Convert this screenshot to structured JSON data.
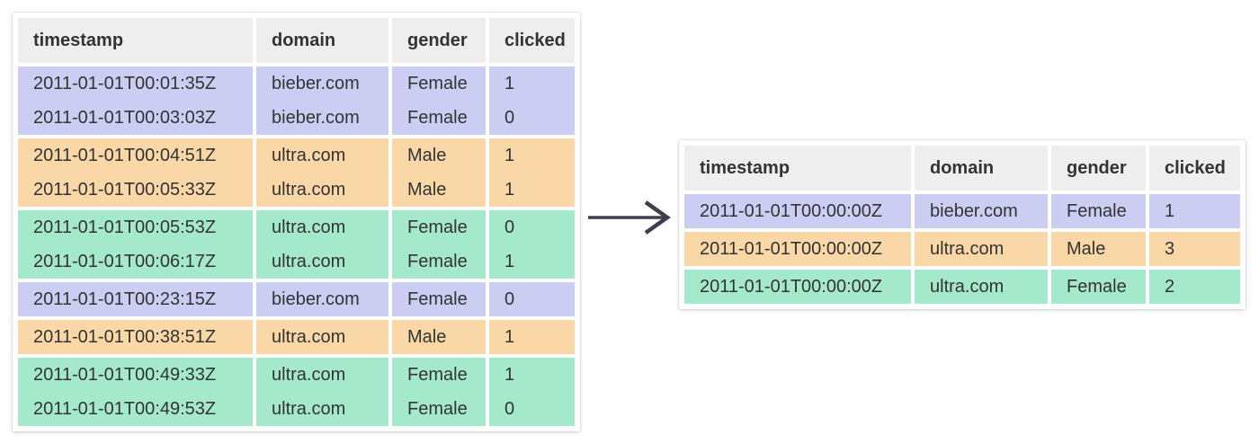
{
  "columns": [
    "timestamp",
    "domain",
    "gender",
    "clicked"
  ],
  "left_table": {
    "rows": [
      {
        "timestamp": "2011-01-01T00:01:35Z",
        "domain": "bieber.com",
        "gender": "Female",
        "clicked": "1",
        "group": "b1",
        "color": "blue"
      },
      {
        "timestamp": "2011-01-01T00:03:03Z",
        "domain": "bieber.com",
        "gender": "Female",
        "clicked": "0",
        "group": "b1",
        "color": "blue"
      },
      {
        "timestamp": "2011-01-01T00:04:51Z",
        "domain": "ultra.com",
        "gender": "Male",
        "clicked": "1",
        "group": "o1",
        "color": "orange"
      },
      {
        "timestamp": "2011-01-01T00:05:33Z",
        "domain": "ultra.com",
        "gender": "Male",
        "clicked": "1",
        "group": "o1",
        "color": "orange"
      },
      {
        "timestamp": "2011-01-01T00:05:53Z",
        "domain": "ultra.com",
        "gender": "Female",
        "clicked": "0",
        "group": "g1",
        "color": "green"
      },
      {
        "timestamp": "2011-01-01T00:06:17Z",
        "domain": "ultra.com",
        "gender": "Female",
        "clicked": "1",
        "group": "g1",
        "color": "green"
      },
      {
        "timestamp": "2011-01-01T00:23:15Z",
        "domain": "bieber.com",
        "gender": "Female",
        "clicked": "0",
        "group": "b2",
        "color": "blue"
      },
      {
        "timestamp": "2011-01-01T00:38:51Z",
        "domain": "ultra.com",
        "gender": "Male",
        "clicked": "1",
        "group": "o2",
        "color": "orange"
      },
      {
        "timestamp": "2011-01-01T00:49:33Z",
        "domain": "ultra.com",
        "gender": "Female",
        "clicked": "1",
        "group": "g2",
        "color": "green"
      },
      {
        "timestamp": "2011-01-01T00:49:53Z",
        "domain": "ultra.com",
        "gender": "Female",
        "clicked": "0",
        "group": "g2",
        "color": "green"
      }
    ]
  },
  "right_table": {
    "rows": [
      {
        "timestamp": "2011-01-01T00:00:00Z",
        "domain": "bieber.com",
        "gender": "Female",
        "clicked": "1",
        "group": "r1",
        "color": "blue"
      },
      {
        "timestamp": "2011-01-01T00:00:00Z",
        "domain": "ultra.com",
        "gender": "Male",
        "clicked": "3",
        "group": "r2",
        "color": "orange"
      },
      {
        "timestamp": "2011-01-01T00:00:00Z",
        "domain": "ultra.com",
        "gender": "Female",
        "clicked": "2",
        "group": "r3",
        "color": "green"
      }
    ]
  },
  "colors": {
    "group_blue": "#cccdf2",
    "group_orange": "#f9d7a7",
    "group_green": "#a5e9cd",
    "header_bg": "#eeeeee",
    "text": "#333333",
    "arrow": "#3e3e4c"
  }
}
